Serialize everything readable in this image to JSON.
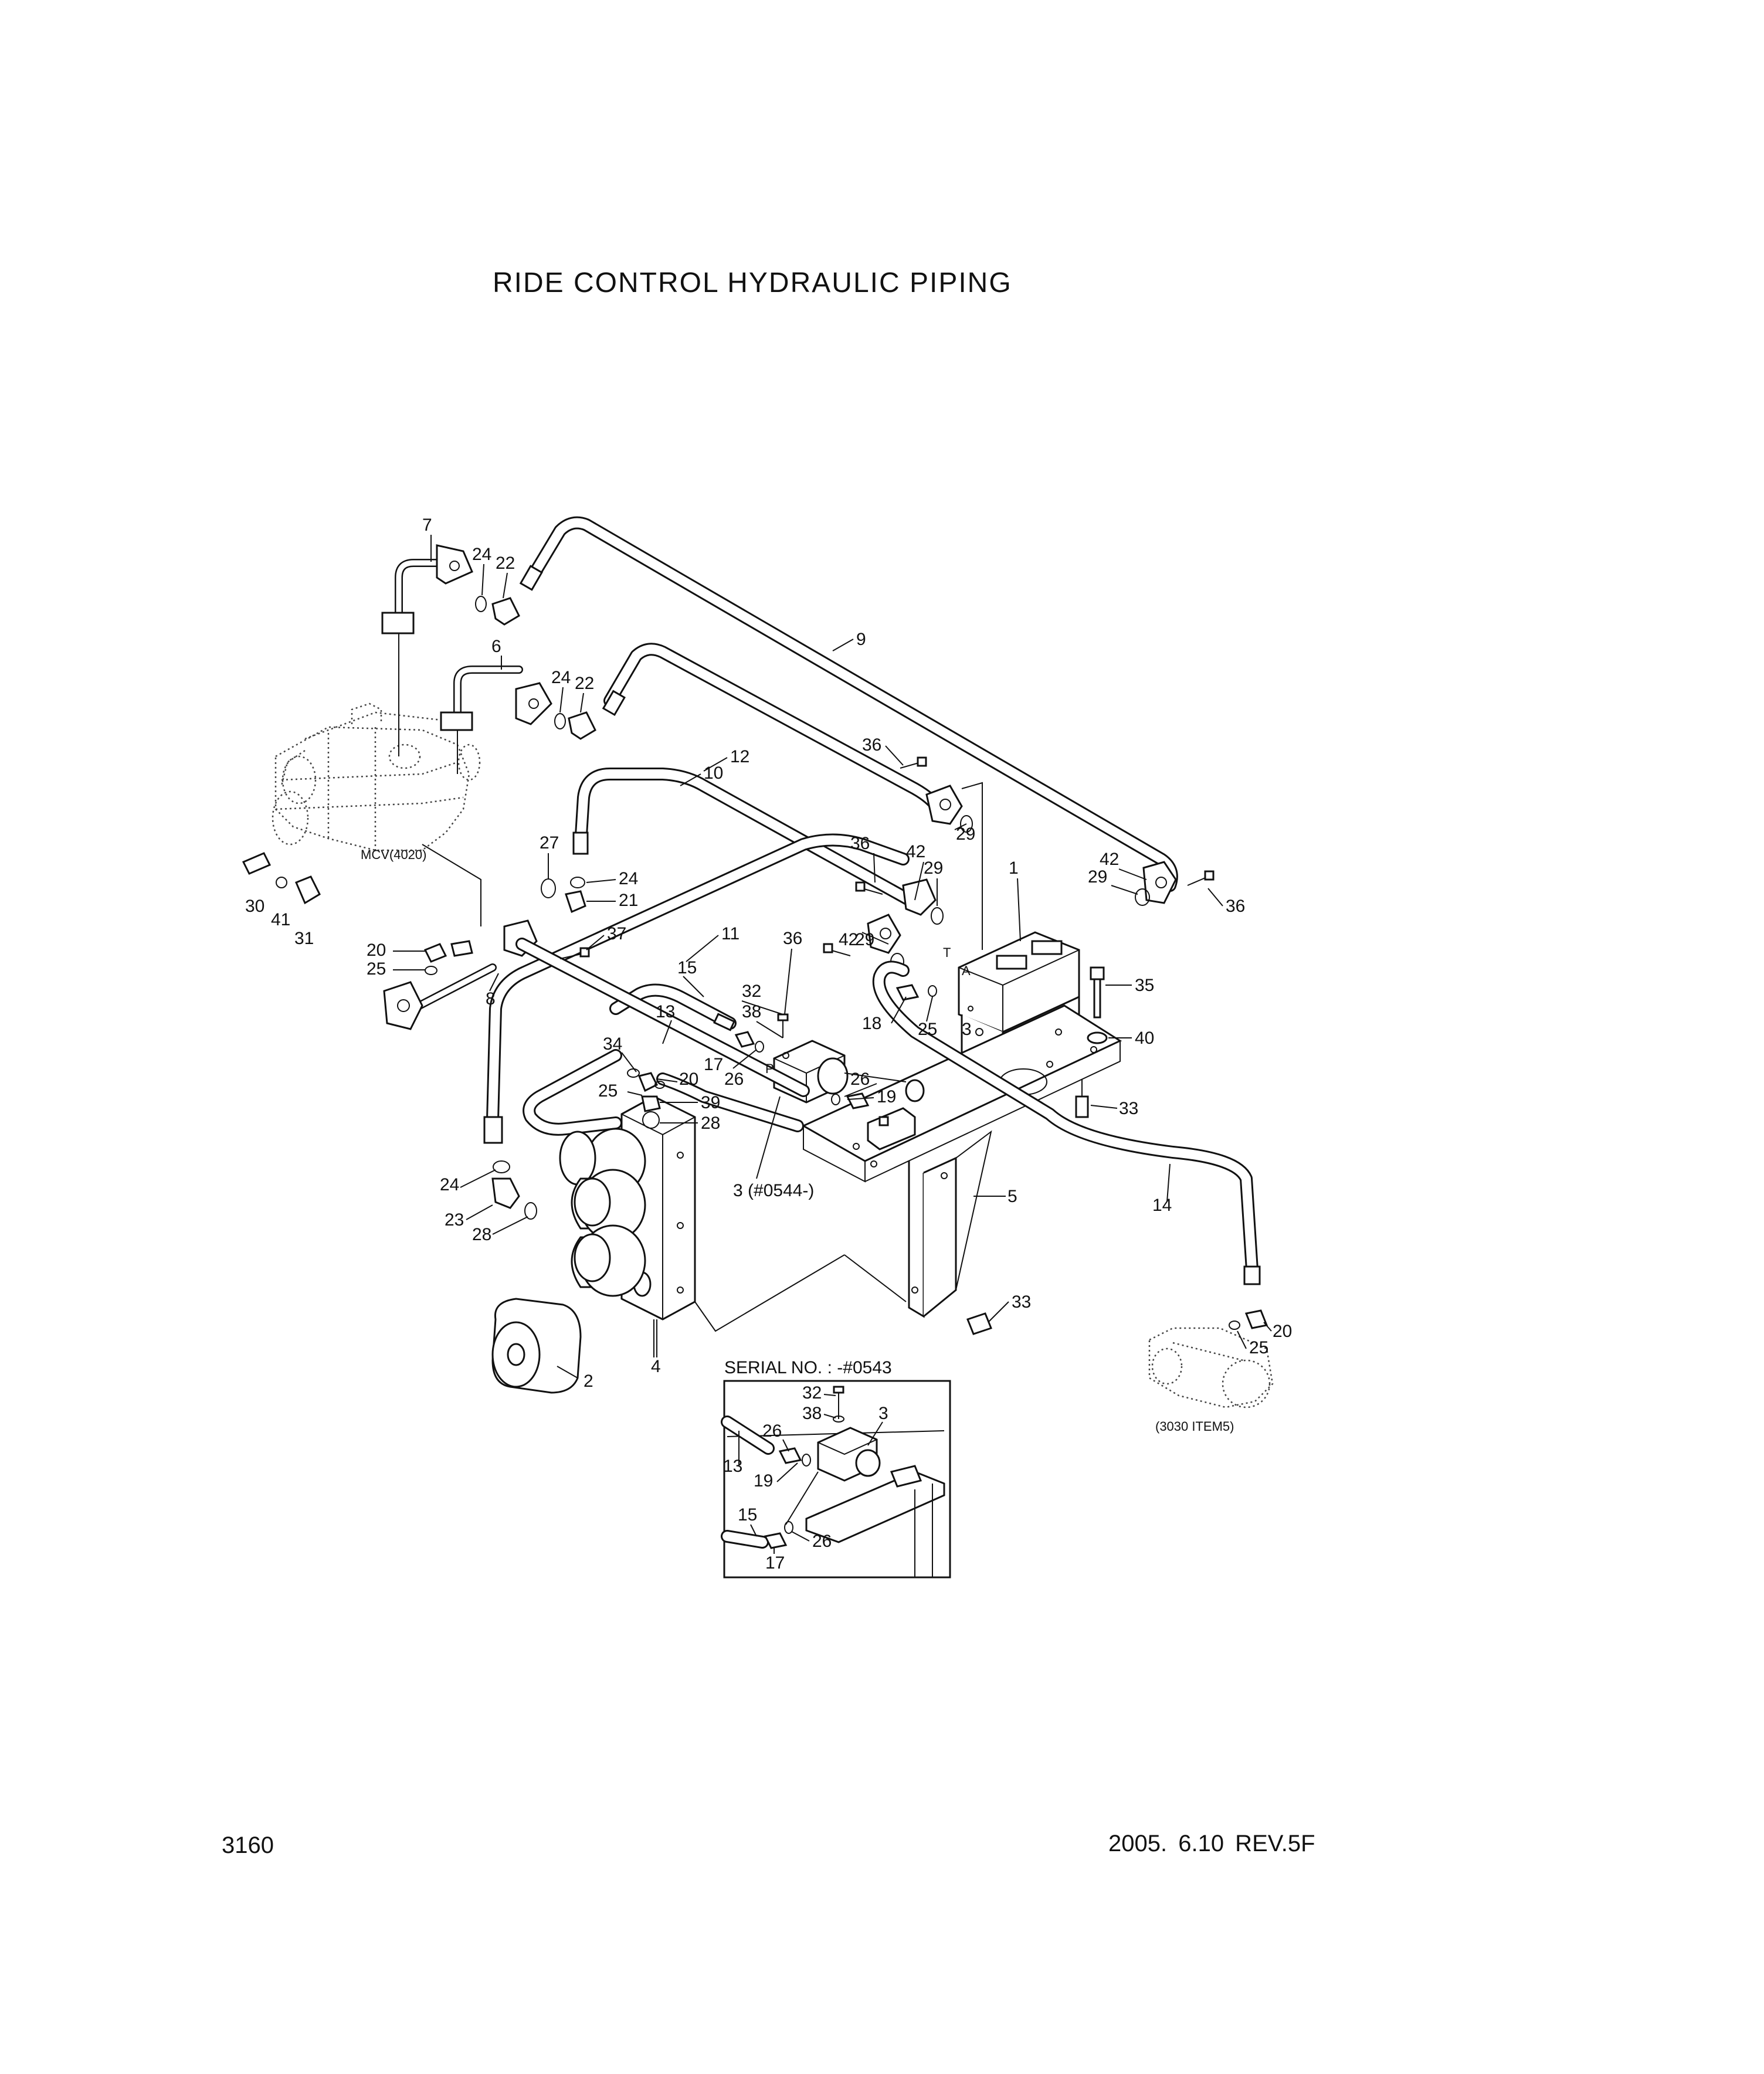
{
  "title": "RIDE CONTROL HYDRAULIC PIPING",
  "page_number": "3160",
  "date_revision": "2005. 6.10  REV.5F",
  "reference_labels": {
    "mcv": "MCV(4020)",
    "item5": "(3030 ITEM5)",
    "serial_variant": "3 (#0544-)"
  },
  "port_labels": {
    "a": "A",
    "t": "T",
    "p": "P"
  },
  "inset": {
    "header": "SERIAL NO. : -#0543",
    "callouts": [
      "32",
      "38",
      "3",
      "26",
      "13",
      "19",
      "15",
      "26",
      "17"
    ]
  },
  "callouts": [
    "7",
    "24",
    "22",
    "9",
    "6",
    "24",
    "22",
    "12",
    "10",
    "36",
    "29",
    "36",
    "42",
    "29",
    "1",
    "42",
    "29",
    "36",
    "27",
    "24",
    "21",
    "30",
    "41",
    "31",
    "37",
    "11",
    "20",
    "25",
    "8",
    "15",
    "36",
    "42",
    "29",
    "32",
    "38",
    "13",
    "18",
    "25",
    "3",
    "35",
    "40",
    "34",
    "17",
    "26",
    "26",
    "19",
    "20",
    "25",
    "39",
    "28",
    "33",
    "3",
    "5",
    "14",
    "24",
    "23",
    "28",
    "33",
    "4",
    "20",
    "25",
    "2"
  ]
}
